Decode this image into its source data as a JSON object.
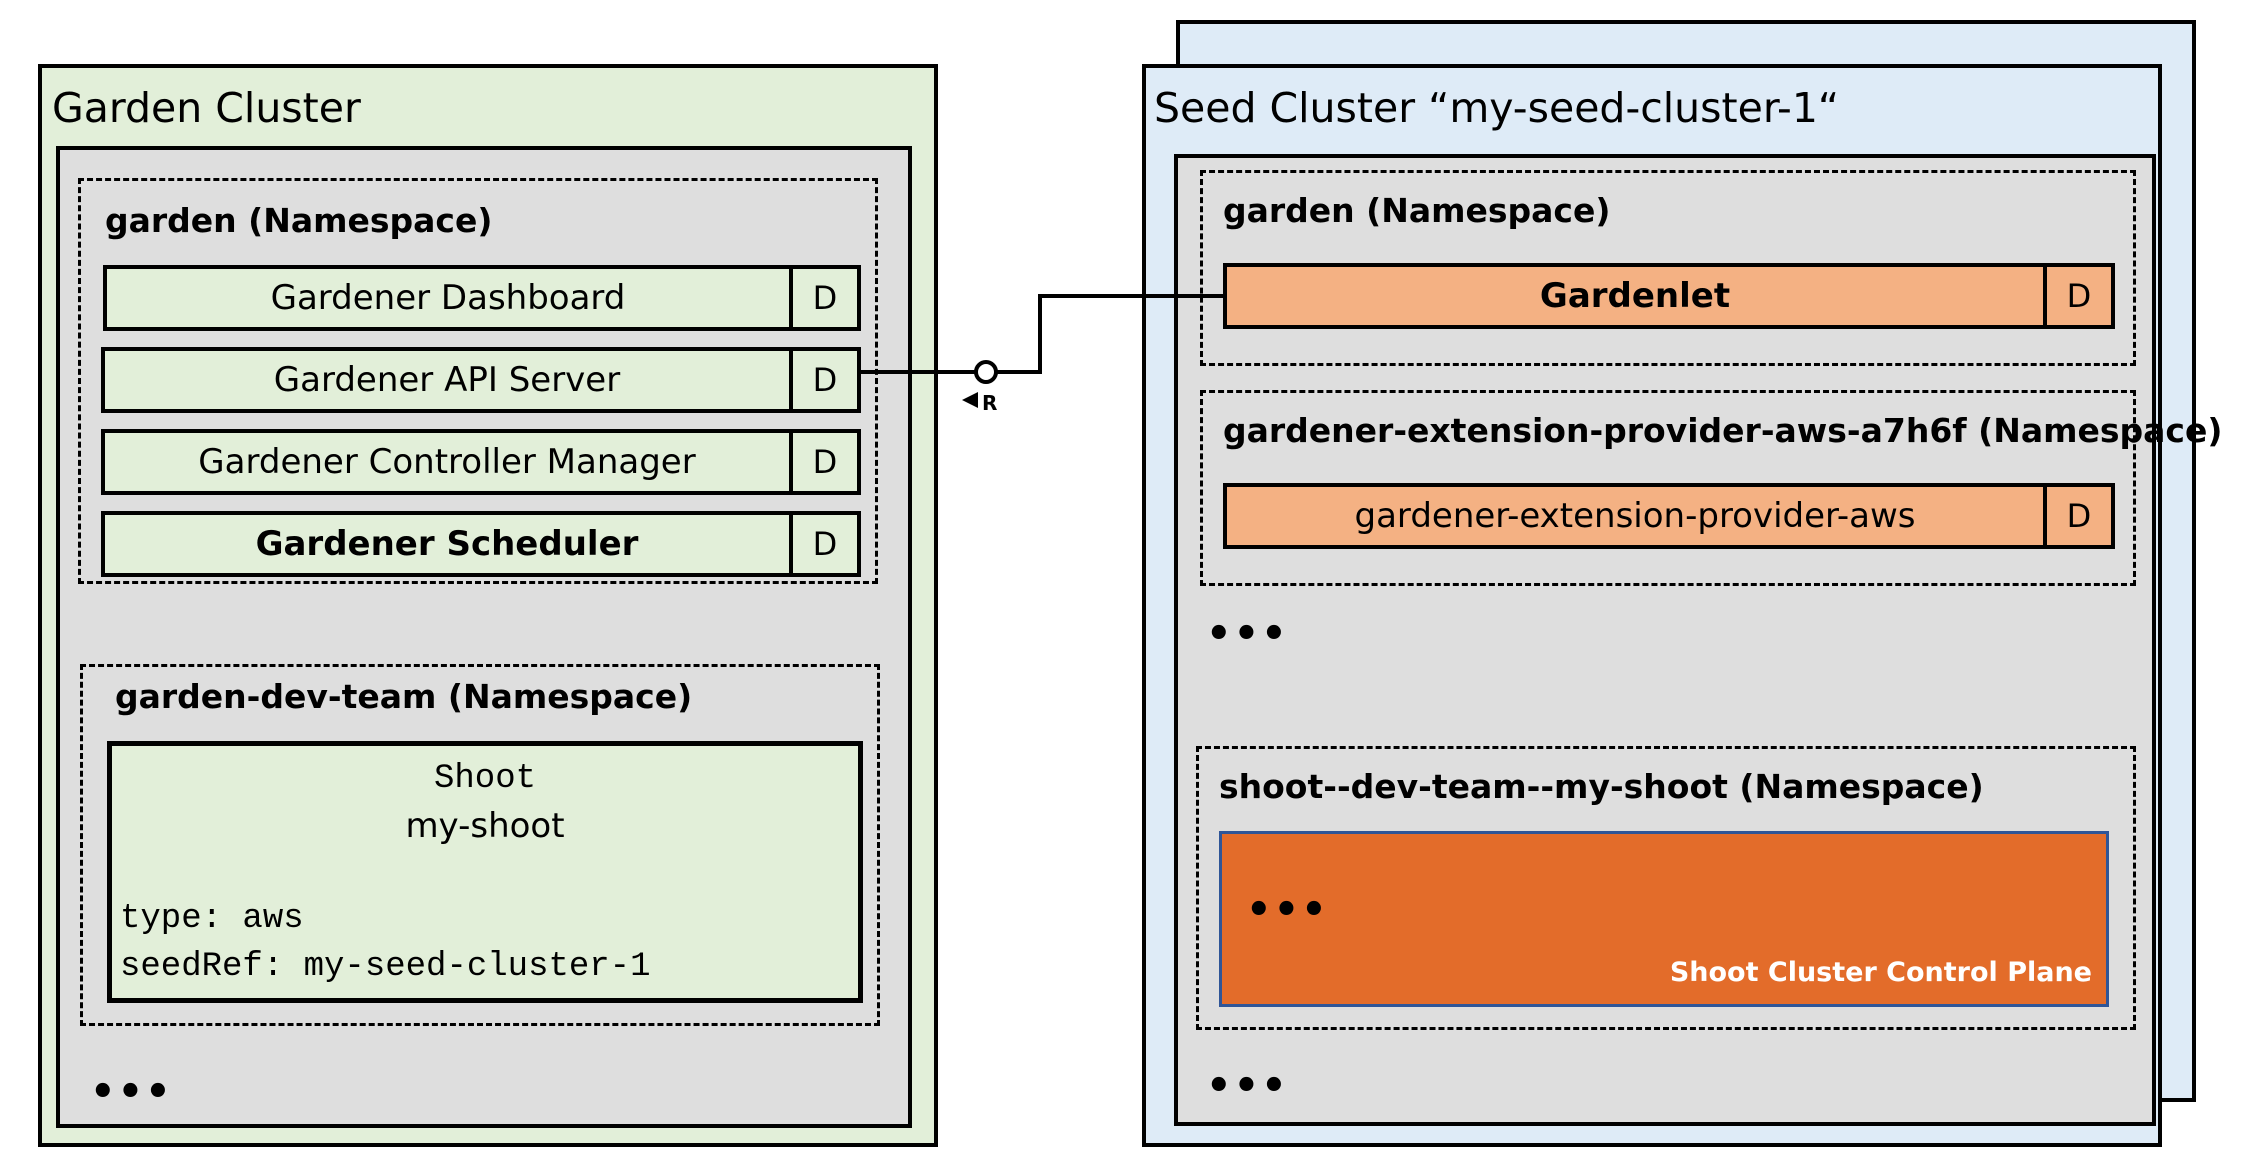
{
  "garden_cluster": {
    "title": "Garden Cluster",
    "garden_namespace": {
      "label": "garden (Namespace)",
      "deployments": [
        {
          "name": "Gardener Dashboard",
          "badge": "D"
        },
        {
          "name": "Gardener API Server",
          "badge": "D"
        },
        {
          "name": "Gardener Controller Manager",
          "badge": "D"
        },
        {
          "name": "Gardener Scheduler",
          "badge": "D"
        }
      ]
    },
    "dev_team_namespace": {
      "label": "garden-dev-team (Namespace)",
      "shoot": {
        "kind": "Shoot",
        "name": "my-shoot",
        "type_line": "type: aws",
        "seedref_line": "seedRef: my-seed-cluster-1"
      }
    },
    "more": "•••"
  },
  "connector": {
    "label": "R"
  },
  "seed_cluster": {
    "title": "Seed Cluster “my-seed-cluster-1“",
    "garden_namespace": {
      "label": "garden (Namespace)",
      "deployment": {
        "name": "Gardenlet",
        "badge": "D"
      }
    },
    "extension_namespace": {
      "label": "gardener-extension-provider-aws-a7h6f (Namespace)",
      "deployment": {
        "name": "gardener-extension-provider-aws",
        "badge": "D"
      }
    },
    "more_1": "•••",
    "shoot_namespace": {
      "label": "shoot--dev-team--my-shoot (Namespace)",
      "control_plane": {
        "more": "•••",
        "label": "Shoot Cluster Control Plane"
      }
    },
    "more_2": "•••"
  },
  "colors": {
    "garden_bg": "#e2efd9",
    "seed_bg": "#deebf7",
    "namespace_bg": "#dedede",
    "seed_deployment": "#f4b183",
    "control_plane": "#e36c2a"
  }
}
